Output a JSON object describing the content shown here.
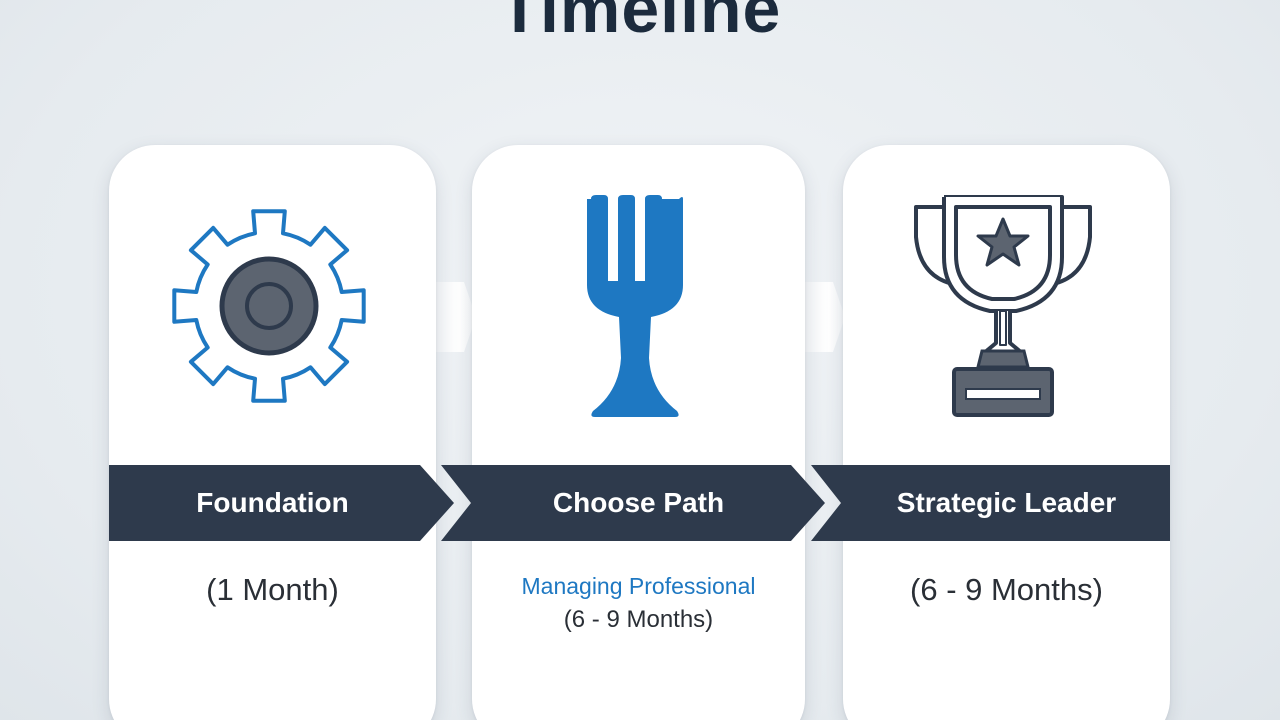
{
  "title": "Timeline",
  "colors": {
    "band": "#2e3a4c",
    "accent_blue": "#1e78c2",
    "icon_gray": "#5c6470",
    "card": "#ffffff"
  },
  "stages": [
    {
      "icon": "gear-icon",
      "label": "Foundation",
      "duration": "(1 Month)"
    },
    {
      "icon": "fork-icon",
      "label": "Choose Path",
      "path_name": "Managing Professional",
      "duration": "(6 - 9 Months)"
    },
    {
      "icon": "trophy-icon",
      "label": "Strategic Leader",
      "duration": "(6 - 9 Months)"
    }
  ]
}
